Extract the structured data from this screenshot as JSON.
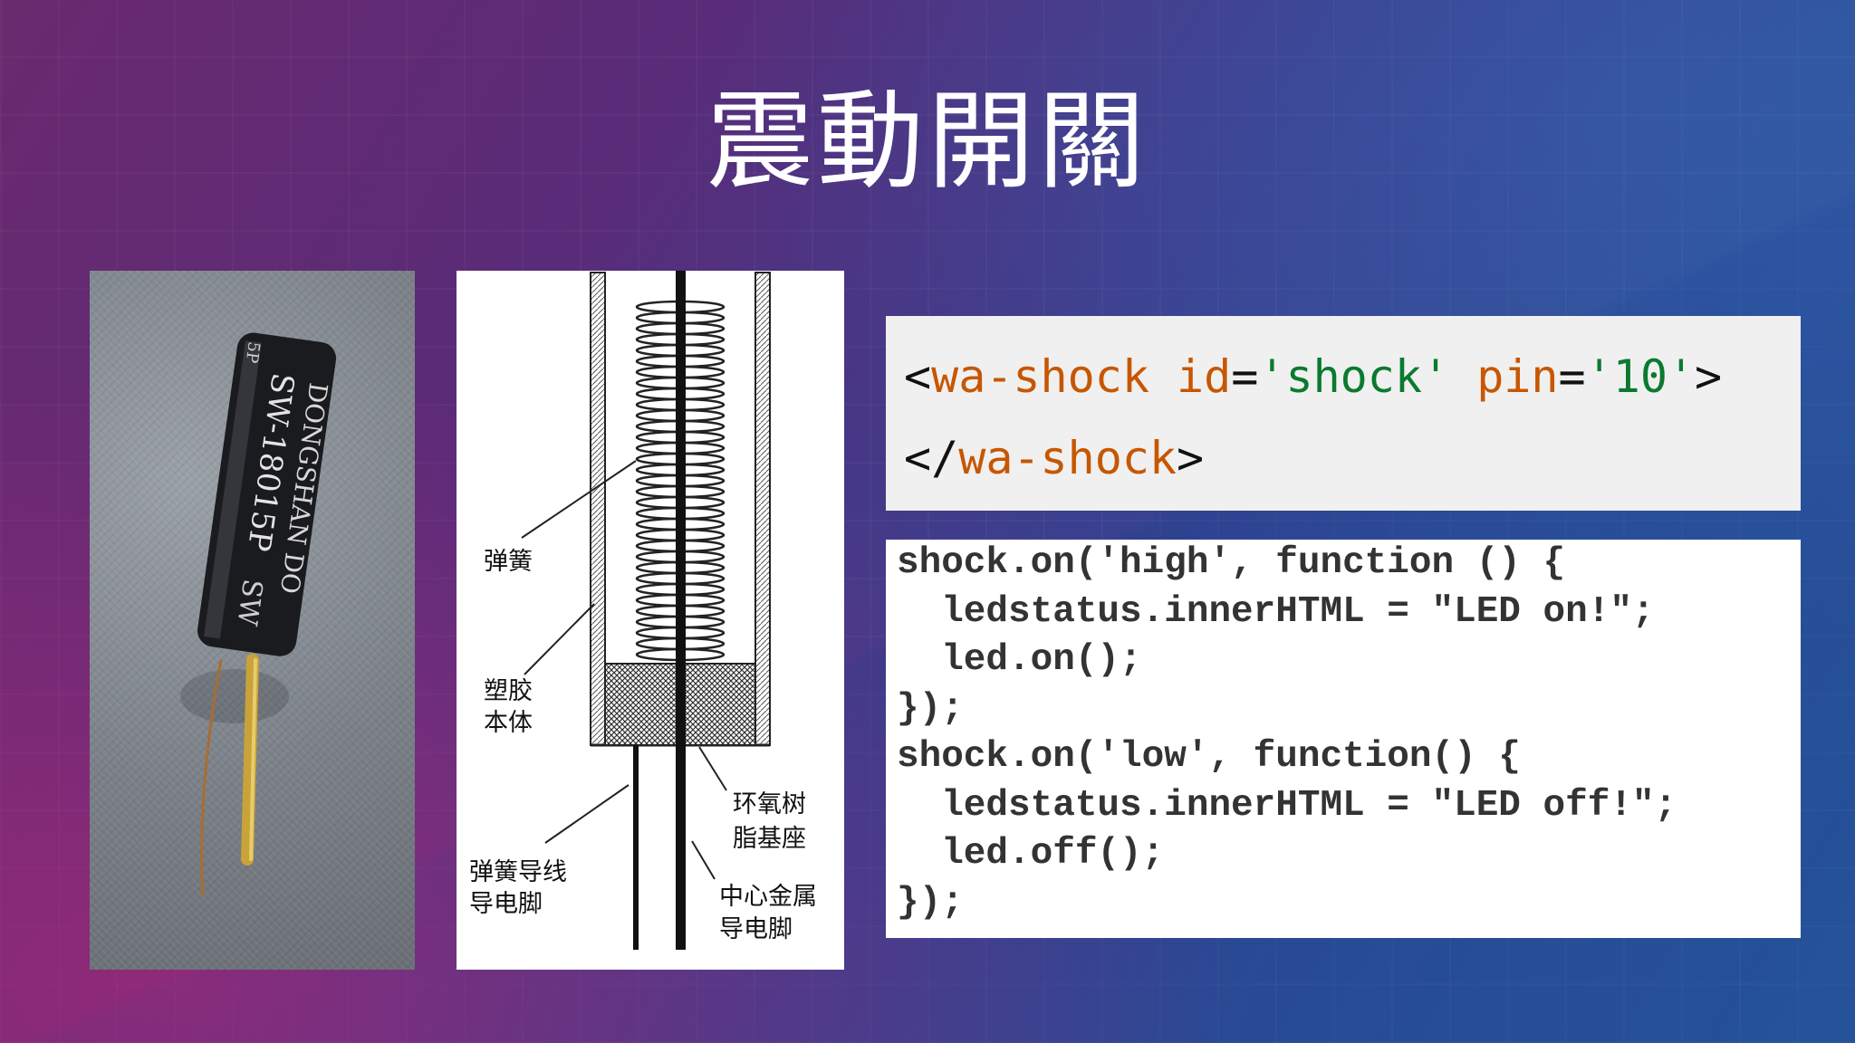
{
  "slide": {
    "title": "震動開關"
  },
  "photo": {
    "component_text": [
      "DONGSHAN DO",
      "SW-18015P",
      "SW",
      "5P"
    ]
  },
  "diagram": {
    "labels": {
      "spring": "弹簧",
      "plastic_body_1": "塑胶",
      "plastic_body_2": "本体",
      "epoxy_1": "环氧树",
      "epoxy_2": "脂基座",
      "spring_lead_1": "弹簧导线",
      "spring_lead_2": "导电脚",
      "center_lead_1": "中心金属",
      "center_lead_2": "导电脚"
    }
  },
  "code_html": {
    "line1": {
      "open": "<",
      "tag": "wa-shock",
      "sp1": " ",
      "attr1": "id",
      "eq1": "=",
      "val1": "'shock'",
      "sp2": " ",
      "attr2": "pin",
      "eq2": "=",
      "val2": "'10'",
      "close": ">"
    },
    "line2": {
      "open": "</",
      "tag": "wa-shock",
      "close": ">"
    }
  },
  "code_js": {
    "lines": [
      "shock.on('high', function () {",
      "  ledstatus.innerHTML = \"LED on!\";",
      "  led.on();",
      "});",
      "shock.on('low', function() {",
      "  ledstatus.innerHTML = \"LED off!\";",
      "  led.off();",
      "});"
    ]
  },
  "colors": {
    "tag": "#c75600",
    "value": "#0a7a2f",
    "title": "#ffffff"
  }
}
